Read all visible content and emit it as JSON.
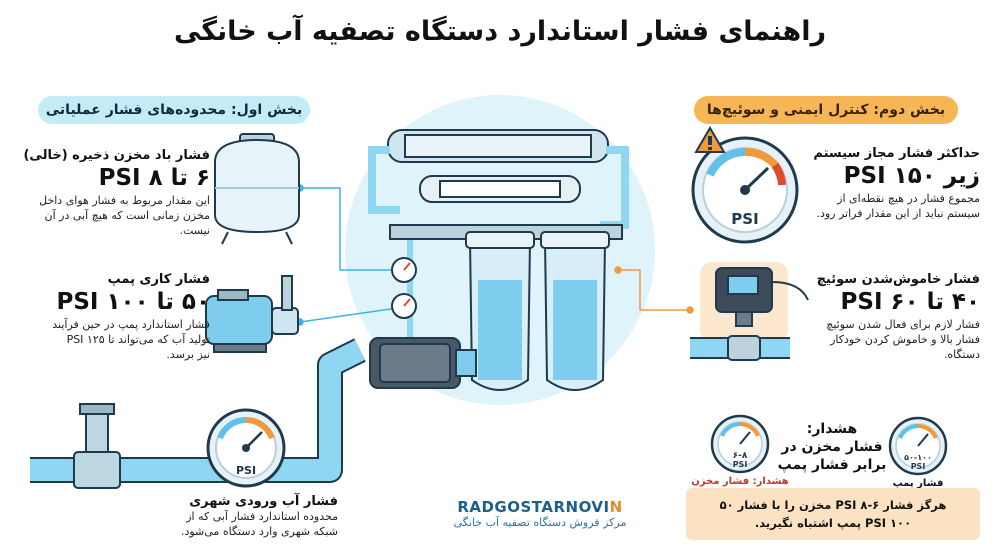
{
  "title": "راهنمای فشار استاندارد دستگاه تصفیه آب خانگی",
  "section_left": {
    "title": "بخش اول: محدوده‌های فشار عملیاتی"
  },
  "section_right": {
    "title": "بخش دوم: کنترل ایمنی و سوئیچ‌ها"
  },
  "tank": {
    "label": "فشار باد مخزن ذخیره (خالی)",
    "value": "۶ تا ۸ PSI",
    "desc1": "این مقدار مربوط به فشار هوای داخل",
    "desc2": "مخزن زمانی است که هیچ آبی در آن",
    "desc3": "نیست."
  },
  "pump": {
    "label": "فشار کاری پمپ",
    "value": "۵۰ تا ۱۰۰ PSI",
    "desc1": "فشار استاندارد پمپ در حین فرآیند",
    "desc2": "تولید آب که می‌تواند تا ۱۲۵ PSI",
    "desc3": "نیز برسد."
  },
  "inlet": {
    "label": "فشار آب ورودی شهری",
    "desc1": "محدوده استاندارد فشار آبی که از",
    "desc2": "شبکه شهری وارد دستگاه می‌شود."
  },
  "max": {
    "label": "حداکثر فشار مجاز سیستم",
    "value": "زیر ۱۵۰ PSI",
    "desc1": "مجموع فشار در هیچ نقطه‌ای از",
    "desc2": "سیستم نباید از این مقدار فراتر رود."
  },
  "switch": {
    "label": "فشار خاموش‌شدن سوئیچ",
    "value": "۴۰ تا ۶۰ PSI",
    "desc1": "فشار لازم برای فعال شدن سوئیچ",
    "desc2": "فشار بالا و خاموش کردن خودکار",
    "desc3": "دستگاه."
  },
  "warning": {
    "title1": "هشدار:",
    "title2": "فشار مخزن در",
    "title3": "برابر فشار پمپ",
    "gauge_tank_caption": "هشدار: فشار مخزن",
    "gauge_pump_caption": "فشار پمپ",
    "gauge_tank_range": "۶-۸",
    "gauge_pump_range": "۵۰-۱۰۰",
    "note1": "هرگز فشار ۶-۸ PSI مخزن را با فشار ۵۰",
    "note2": "PSI ۱۰۰ پمپ اشتباه نگیرید."
  },
  "gauge_unit": "PSI",
  "logo": {
    "name_main": "RADGOSTARNOVI",
    "name_accent": "N",
    "subtitle": "مرکز فروش دستگاه تصفیه آب خانگی"
  },
  "colors": {
    "water_blue": "#5fc0e8",
    "pipe_blue": "#8fd6f2",
    "accent_orange": "#f29a3a",
    "section_left_bg": "#c4ecf6",
    "section_right_bg": "#f7b655",
    "warning_bg": "#fbe2c3",
    "dark_outline": "#1f3a4d"
  }
}
